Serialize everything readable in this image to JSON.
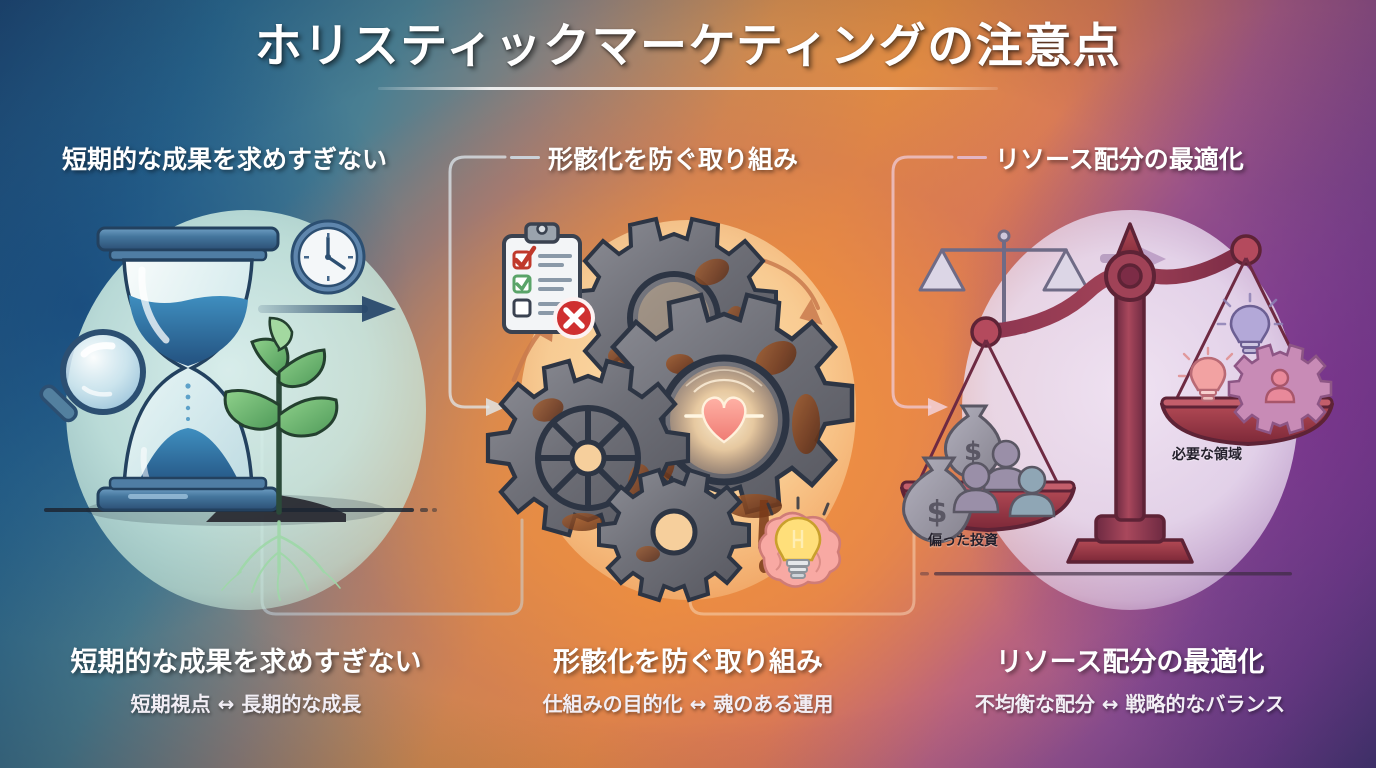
{
  "title": "ホリスティックマーケティングの注意点",
  "colors": {
    "bg_left": "#1f4f7e",
    "bg_center": "#e08b42",
    "bg_right": "#6e3f8f",
    "title_text": "#ffffff",
    "label_text": "#ffffff",
    "connector_light": "#e2ecf1",
    "connector_pink": "#f0cddc",
    "disc_1": "#cfece2",
    "disc_2": "#fbd6a0",
    "disc_3": "#ece0f2",
    "accent_red": "#c0392b",
    "accent_green": "#5aa469",
    "gear_rust": "#8b4a26",
    "scale_red": "#9e2f45"
  },
  "top_labels": [
    {
      "text": "短期的な成果を求めすぎない",
      "name": "top-label-short-term"
    },
    {
      "text": "形骸化を防ぐ取り組み",
      "name": "top-label-formalization"
    },
    {
      "text": "リソース配分の最適化",
      "name": "top-label-resource"
    }
  ],
  "panels": [
    {
      "id": "panel-short-term",
      "icons": [
        "hourglass-icon",
        "clock-icon",
        "magnifier-icon",
        "arrow-right-icon",
        "sprout-icon",
        "roots-icon",
        "ground-line"
      ],
      "captions": []
    },
    {
      "id": "panel-formalization",
      "icons": [
        "clipboard-checklist-icon",
        "error-cross-icon",
        "gear-large-icon",
        "gear-medium-icon",
        "gear-small-icon",
        "heart-pulse-icon",
        "brain-bulb-icon",
        "curved-arrow-icon",
        "rust-drip"
      ],
      "captions": []
    },
    {
      "id": "panel-resource",
      "icons": [
        "small-balance-icon",
        "arrow-right-icon",
        "balance-scale-icon",
        "money-bag-icon",
        "people-group-icon",
        "lightbulb-icon",
        "people-gear-icon",
        "ground-line"
      ],
      "captions": [
        {
          "text": "偏った投資",
          "name": "caption-biased-investment"
        },
        {
          "text": "必要な領域",
          "name": "caption-needed-area"
        }
      ]
    }
  ],
  "bottom_blocks": [
    {
      "heading": "短期的な成果を求めすぎない",
      "subtitle": "短期視点 ↔ 長期的な成長",
      "name": "bottom-block-short-term"
    },
    {
      "heading": "形骸化を防ぐ取り組み",
      "subtitle": "仕組みの目的化 ↔ 魂のある運用",
      "name": "bottom-block-formalization"
    },
    {
      "heading": "リソース配分の最適化",
      "subtitle": "不均衡な配分 ↔ 戦略的なバランス",
      "name": "bottom-block-resource"
    }
  ]
}
